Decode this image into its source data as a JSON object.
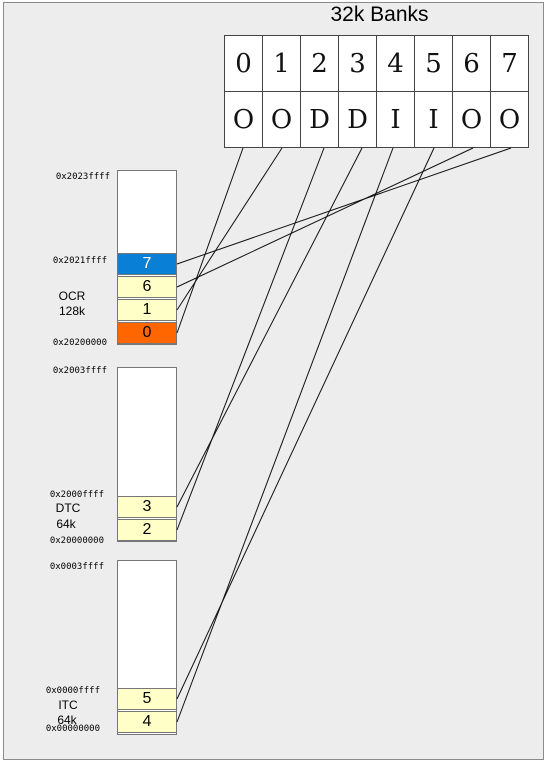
{
  "title": "32k Banks",
  "bank_numbers": [
    "0",
    "1",
    "2",
    "3",
    "4",
    "5",
    "6",
    "7"
  ],
  "bank_types": [
    "O",
    "O",
    "D",
    "D",
    "I",
    "I",
    "O",
    "O"
  ],
  "regions": {
    "ocr": {
      "name": "OCR",
      "size": "128k",
      "addr_top": "0x2023ffff",
      "addr_mid": "0x2021ffff",
      "addr_base": "0x20200000",
      "slots": [
        "7",
        "6",
        "1",
        "0"
      ]
    },
    "dtc": {
      "name": "DTC",
      "size": "64k",
      "addr_top": "0x2003ffff",
      "addr_mid": "0x2000ffff",
      "addr_base": "0x20000000",
      "slots": [
        "3",
        "2"
      ]
    },
    "itc": {
      "name": "ITC",
      "size": "64k",
      "addr_top": "0x0003ffff",
      "addr_mid": "0x0000ffff",
      "addr_base": "0x00000000",
      "slots": [
        "5",
        "4"
      ]
    }
  },
  "connections": [
    {
      "bank": "0",
      "slot": "0"
    },
    {
      "bank": "1",
      "slot": "1"
    },
    {
      "bank": "2",
      "slot": "2"
    },
    {
      "bank": "3",
      "slot": "3"
    },
    {
      "bank": "4",
      "slot": "4"
    },
    {
      "bank": "5",
      "slot": "5"
    },
    {
      "bank": "6",
      "slot": "6"
    },
    {
      "bank": "7",
      "slot": "7"
    }
  ]
}
